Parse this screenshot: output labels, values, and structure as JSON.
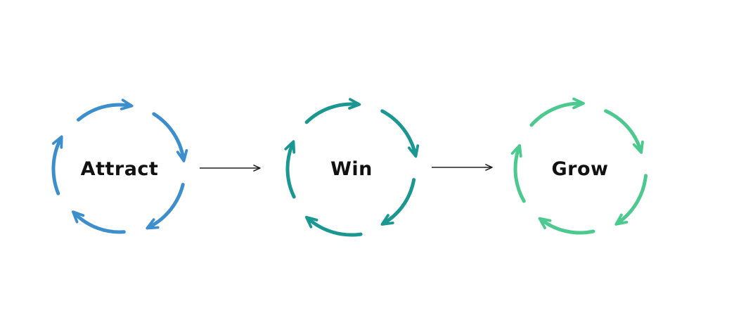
{
  "diagram": {
    "title": "Attract Win Grow customer lifecycle diagram",
    "background": "#ffffff",
    "arrow_color": "#1f1f1f",
    "label_color": "#111111",
    "nodes": [
      {
        "id": "attract",
        "label": "Attract",
        "color": "#3d8ecd",
        "icon": "cycle-arrows-icon"
      },
      {
        "id": "win",
        "label": "Win",
        "color": "#1b9791",
        "icon": "cycle-arrows-icon"
      },
      {
        "id": "grow",
        "label": "Grow",
        "color": "#4cc98e",
        "icon": "cycle-arrows-icon"
      }
    ],
    "connectors": [
      {
        "from": "attract",
        "to": "win",
        "icon": "right-arrow-icon"
      },
      {
        "from": "win",
        "to": "grow",
        "icon": "right-arrow-icon"
      }
    ]
  }
}
